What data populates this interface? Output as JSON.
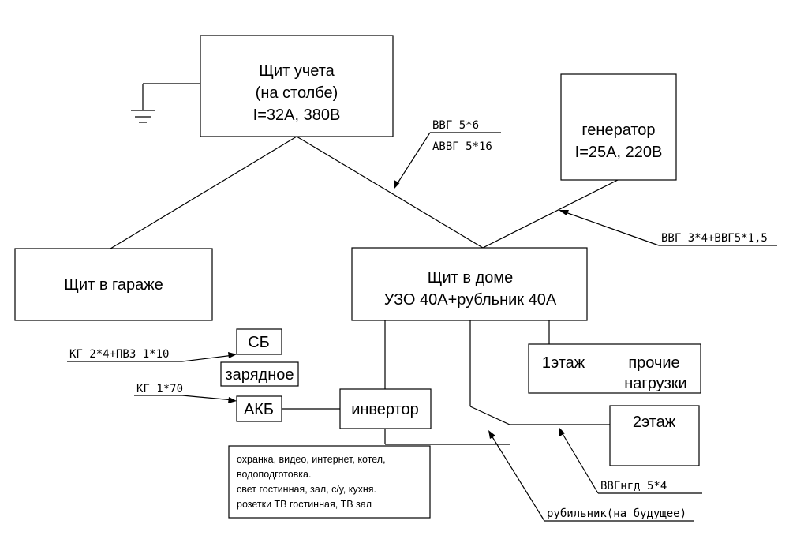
{
  "nodes": {
    "meter": {
      "lines": [
        "Щит учета",
        "(на столбе)",
        "I=32A, 380В"
      ]
    },
    "generator": {
      "lines": [
        "генератор",
        "I=25A, 220В"
      ]
    },
    "garage": {
      "lines": [
        "Щит в гараже"
      ]
    },
    "house": {
      "lines": [
        "Щит в доме",
        "УЗО 40А+рубльник 40А"
      ]
    },
    "sb": {
      "label": "СБ"
    },
    "charger": {
      "label": "зарядное"
    },
    "akb": {
      "label": "АКБ"
    },
    "inverter": {
      "label": "инвертор"
    },
    "floor1": {
      "left": "1этаж",
      "right": [
        "прочие",
        "нагрузки"
      ]
    },
    "floor2": {
      "label": "2этаж"
    },
    "loads": {
      "lines": [
        "охранка, видео, интернет, котел,",
        "водоподготовка.",
        "свет гостинная, зал, с/у, кухня.",
        "розетки ТВ гостинная, ТВ зал"
      ]
    }
  },
  "cables": {
    "main_top": "ВВГ 5*6",
    "main_bottom": "АВВГ 5*16",
    "generator": "ВВГ 3*4+ВВГ5*1,5",
    "sb": "КГ 2*4+ПВЗ 1*10",
    "akb": "КГ 1*70",
    "floor2": "ВВГнгд 5*4",
    "switch": "рубильник(на будущее)"
  }
}
